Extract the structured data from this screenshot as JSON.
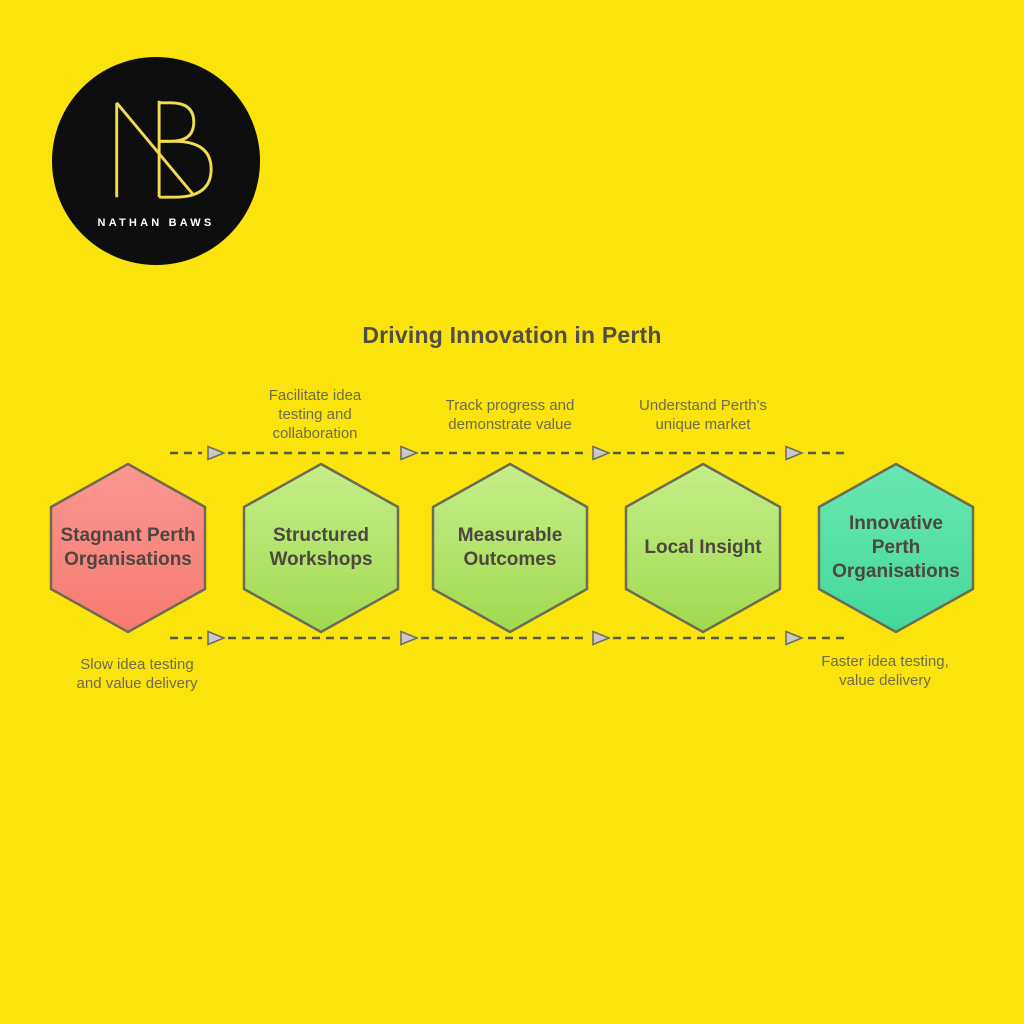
{
  "colors": {
    "background": "#FBE40B",
    "title_text": "#524E46",
    "annotation_text": "#6E6C4E",
    "hexagon_text": "#4E4640",
    "hexagon_border": "#6C6B54",
    "logo_circle": "#0D0D0D",
    "logo_monogram": "#F0DC4E",
    "logo_text": "#FFFFFF"
  },
  "logo": {
    "monogram": "NB",
    "brand_name": "NATHAN BAWS"
  },
  "diagram": {
    "title": "Driving Innovation in Perth",
    "steps": [
      {
        "label": "Stagnant Perth\nOrganisations",
        "fill_top": "#F99790",
        "fill_bottom": "#F87A70"
      },
      {
        "label": "Structured\nWorkshops",
        "fill_top": "#C6EE8A",
        "fill_bottom": "#A0DA4F"
      },
      {
        "label": "Measurable\nOutcomes",
        "fill_top": "#C6EE8A",
        "fill_bottom": "#A0DA4F"
      },
      {
        "label": "Local Insight",
        "fill_top": "#C6EE8A",
        "fill_bottom": "#A0DA4F"
      },
      {
        "label": "Innovative\nPerth\nOrganisations",
        "fill_top": "#69E7B1",
        "fill_bottom": "#43D89A"
      }
    ],
    "transition_labels": [
      "Facilitate idea\ntesting and\ncollaboration",
      "Track progress and\ndemonstrate value",
      "Understand Perth's\nunique market"
    ],
    "start_note": "Slow idea testing\nand value delivery",
    "end_note": "Faster idea testing,\nvalue delivery",
    "arrow": {
      "dash_color": "#5A584A",
      "head_fill": "#C9C9C9",
      "head_stroke": "#6B6B5E"
    }
  }
}
